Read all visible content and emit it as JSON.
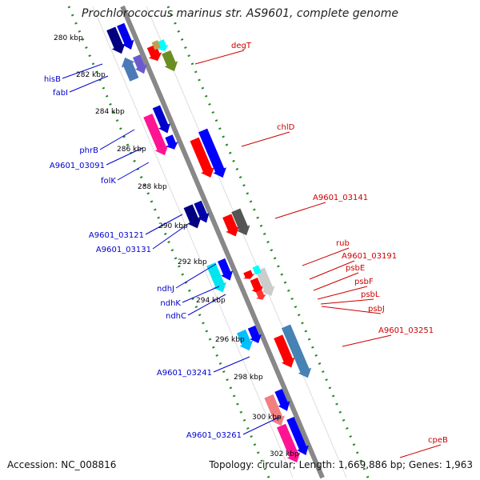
{
  "title": "Prochlorococcus marinus str. AS9601, complete genome",
  "footer": {
    "accession": "Accession: NC_008816",
    "summary": "Topology: circular; Length: 1,669,886 bp; Genes: 1,963"
  },
  "ticks": [
    "280 kbp",
    "282 kbp",
    "284 kbp",
    "286 kbp",
    "288 kbp",
    "290 kbp",
    "292 kbp",
    "294 kbp",
    "296 kbp",
    "298 kbp",
    "300 kbp",
    "302 kbp"
  ],
  "genes_left": [
    "hisB",
    "fabI",
    "phrB",
    "A9601_03091",
    "folK",
    "A9601_03121",
    "A9601_03131",
    "ndhJ",
    "ndhK",
    "ndhC",
    "A9601_03241",
    "A9601_03261"
  ],
  "genes_right": [
    "degT",
    "chlD",
    "A9601_03141",
    "rub",
    "A9601_03191",
    "psbE",
    "psbF",
    "psbL",
    "psbJ",
    "A9601_03251",
    "cpeB"
  ],
  "colors": {
    "left_label": "#0000cc",
    "right_label": "#cc0000",
    "backbone": "#888888",
    "track_dash": "#228b22"
  }
}
